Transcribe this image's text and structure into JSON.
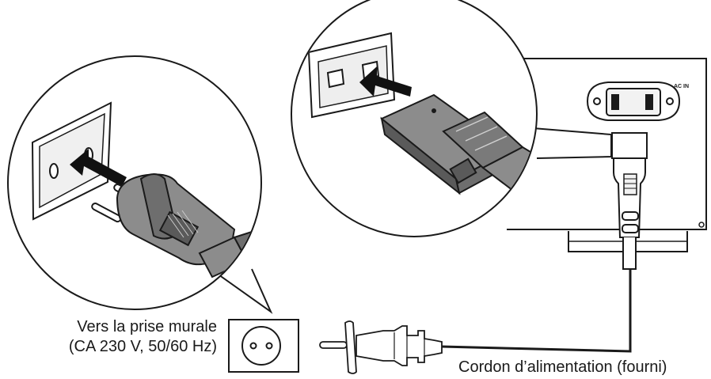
{
  "labels": {
    "wall_outlet": [
      "Vers la prise murale",
      "(CA 230 V, 50/60 Hz)"
    ],
    "power_cord": "Cordon d’alimentation (fourni)",
    "ac_in": "AC IN"
  },
  "colors": {
    "line": "#1a1a1a",
    "plug_gray": "#8c8c8c",
    "plug_dark": "#5a5a5a",
    "arrow": "#111111"
  },
  "icons": [
    "wall-socket-icon",
    "push-arrow-icon",
    "euro-plug-icon",
    "iec-connector-icon",
    "iec-inlet-icon"
  ]
}
